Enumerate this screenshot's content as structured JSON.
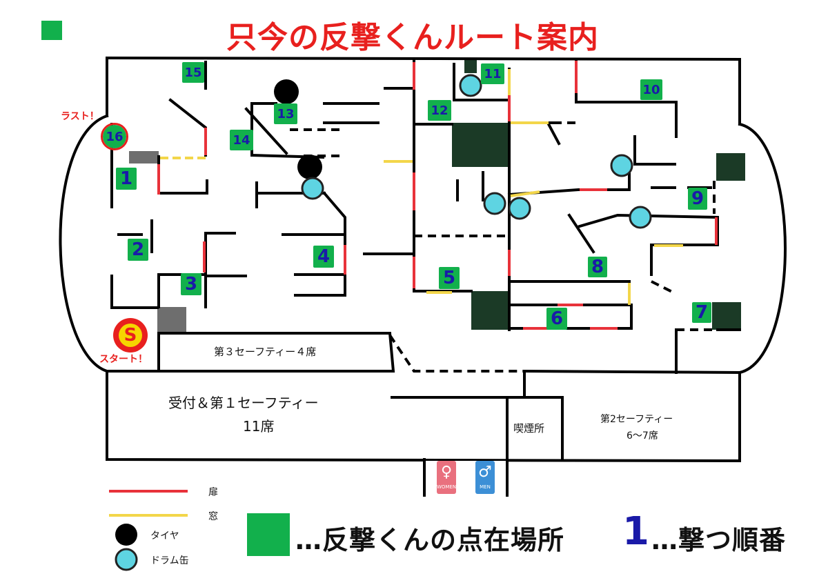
{
  "title": "只今の反撃くんルート案内",
  "notes": {
    "last": "ラスト！",
    "start": "スタート！",
    "start_letter": "S"
  },
  "rooms": {
    "safety3": "第３セーフティー４席",
    "reception_line1": "受付＆第１セーフティー",
    "reception_line2": "11席",
    "smoking": "喫煙所",
    "safety2_line1": "第2セーフティー",
    "safety2_line2": "6～7席"
  },
  "restrooms": {
    "women": "WOMEN",
    "men": "MEN"
  },
  "markers": [
    "1",
    "2",
    "3",
    "4",
    "5",
    "6",
    "7",
    "8",
    "9",
    "10",
    "11",
    "12",
    "13",
    "14",
    "15",
    "16"
  ],
  "legend": {
    "door": "扉",
    "window": "窓",
    "tire": "タイヤ",
    "drum": "ドラム缶",
    "location_text": "…反撃くんの点在場所",
    "order_number": "1",
    "order_text": "…撃つ順番"
  },
  "colors": {
    "wall": "#000000",
    "door": "#e8323a",
    "window": "#f3d64a",
    "marker": "#12b04c",
    "number": "#1a1aa8",
    "obstacle": "#1b3a26",
    "drum": "#5ed4e2",
    "pillar": "#6e6e6e",
    "title": "#e8201e"
  }
}
